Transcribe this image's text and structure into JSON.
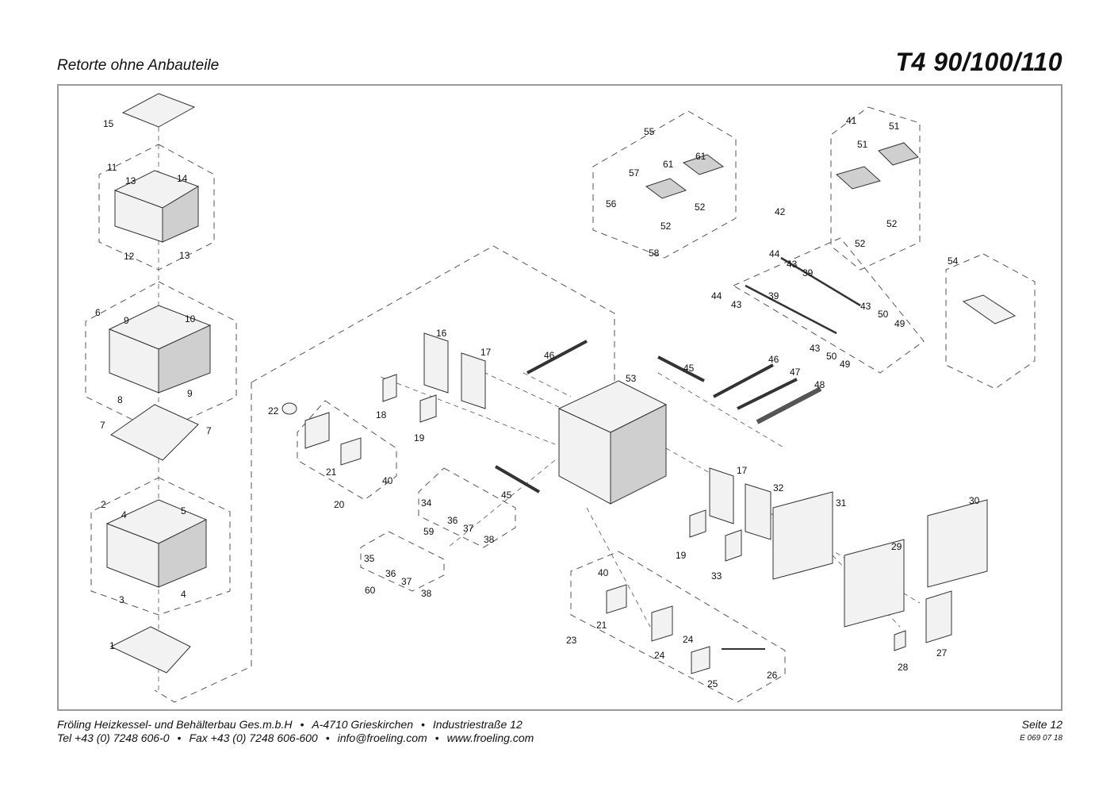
{
  "header": {
    "title": "Retorte ohne Anbauteile",
    "model": "T4 90/100/110"
  },
  "footer": {
    "company": "Fröling Heizkessel- und Behälterbau Ges.m.b.H",
    "address": "A-4710 Grieskirchen",
    "street": "Industriestraße 12",
    "tel": "Tel +43 (0) 7248 606-0",
    "fax": "Fax +43 (0) 7248 606-600",
    "email": "info@froeling.com",
    "web": "www.froeling.com",
    "bullet": "•",
    "page": "Seite 12",
    "doc_number": "E 069 07 18"
  },
  "callouts": [
    "15",
    "11",
    "13",
    "14",
    "12",
    "13",
    "6",
    "9",
    "10",
    "8",
    "9",
    "7",
    "7",
    "2",
    "4",
    "5",
    "3",
    "4",
    "1",
    "55",
    "61",
    "61",
    "57",
    "56",
    "52",
    "52",
    "58",
    "41",
    "51",
    "51",
    "42",
    "52",
    "52",
    "54",
    "44",
    "43",
    "39",
    "44",
    "43",
    "39",
    "43",
    "50",
    "49",
    "43",
    "50",
    "49",
    "16",
    "17",
    "46",
    "45",
    "46",
    "47",
    "48",
    "22",
    "18",
    "19",
    "53",
    "21",
    "40",
    "20",
    "34",
    "36",
    "37",
    "38",
    "59",
    "45",
    "17",
    "32",
    "31",
    "30",
    "19",
    "33",
    "29",
    "35",
    "36",
    "37",
    "38",
    "60",
    "40",
    "21",
    "23",
    "24",
    "24",
    "25",
    "26",
    "28",
    "27"
  ]
}
